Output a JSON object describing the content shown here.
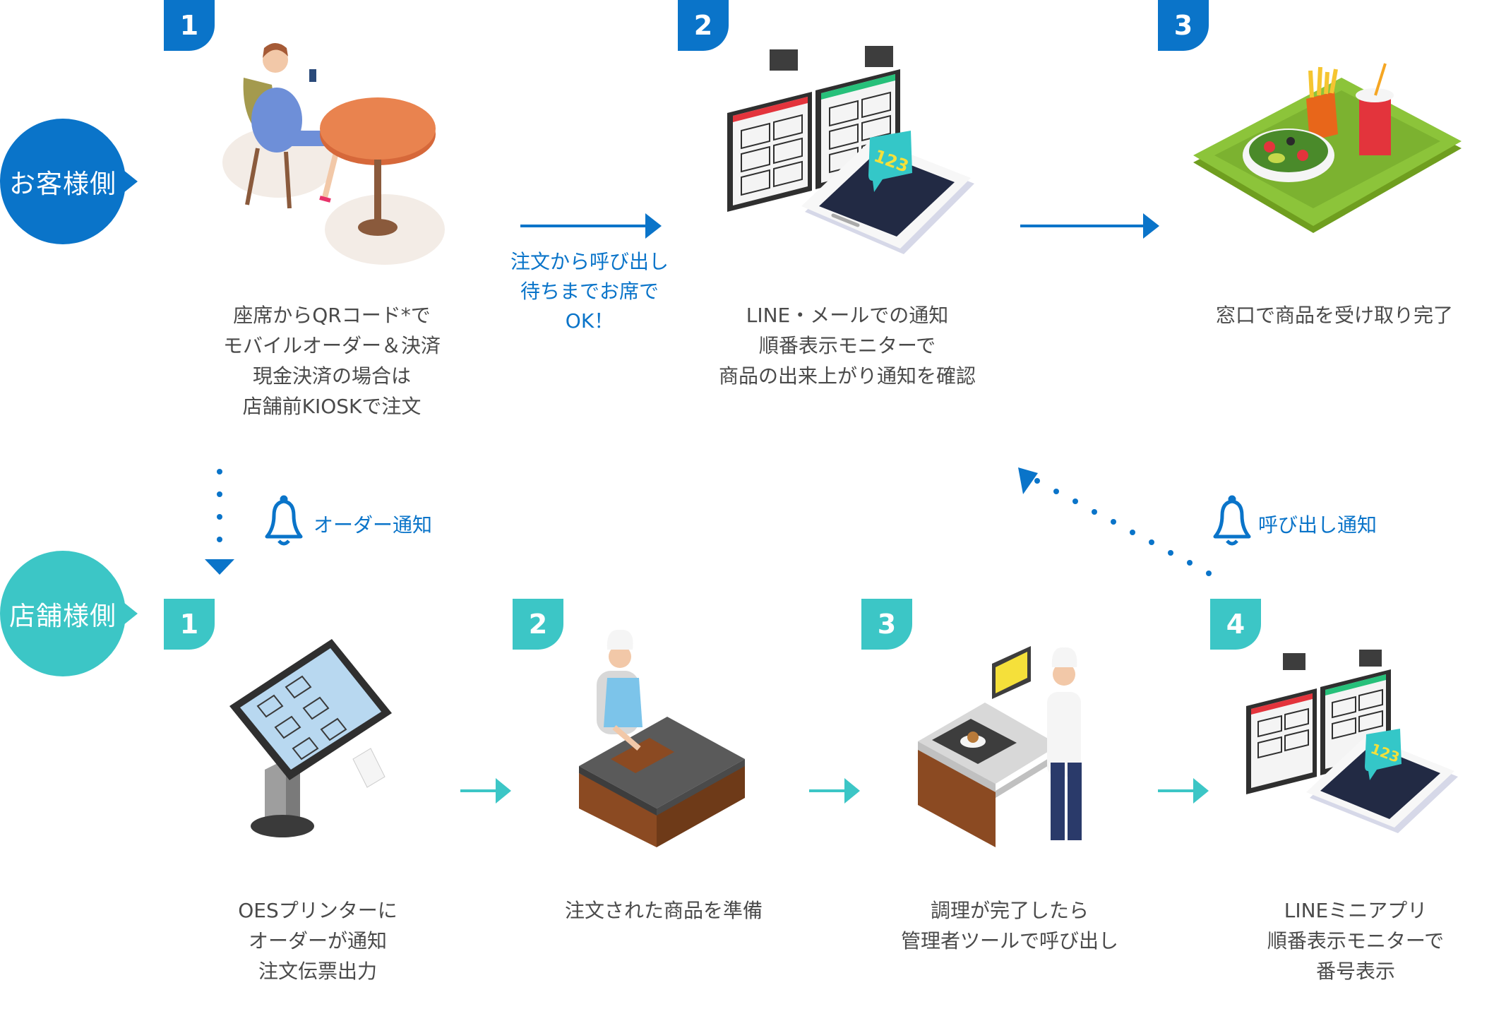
{
  "customer": {
    "side_label": "お客様側",
    "steps": [
      {
        "number": "1",
        "lines": [
          "座席からQRコード*で",
          "モバイルオーダー＆決済",
          "現金決済の場合は",
          "店舗前KIOSKで注文"
        ]
      },
      {
        "number": "2",
        "lines": [
          "LINE・メールでの通知",
          "順番表示モニターで",
          "商品の出来上がり通知を確認"
        ]
      },
      {
        "number": "3",
        "lines": [
          "窓口で商品を受け取り完了"
        ]
      }
    ],
    "arrow_note": [
      "注文から呼び出し",
      "待ちまでお席で",
      "OK！"
    ]
  },
  "store": {
    "side_label": "店舗様側",
    "steps": [
      {
        "number": "1",
        "lines": [
          "OESプリンターに",
          "オーダーが通知",
          "注文伝票出力"
        ]
      },
      {
        "number": "2",
        "lines": [
          "注文された商品を準備"
        ]
      },
      {
        "number": "3",
        "lines": [
          "調理が完了したら",
          "管理者ツールで呼び出し"
        ]
      },
      {
        "number": "4",
        "lines": [
          "LINEミニアプリ",
          "順番表示モニターで",
          "番号表示"
        ]
      }
    ]
  },
  "notifications": {
    "order": "オーダー通知",
    "call": "呼び出し通知"
  },
  "display_number": "123",
  "colors": {
    "customer": "#0a74c9",
    "store": "#3cc6c6"
  }
}
